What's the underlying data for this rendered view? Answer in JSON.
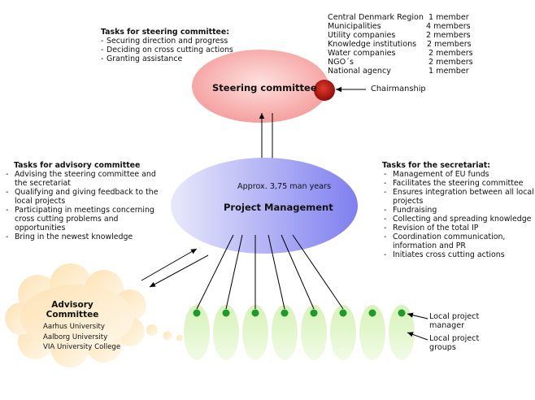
{
  "steering_tasks": {
    "title": "Tasks for steering committee:",
    "items": [
      "Securing direction and progress",
      "Deciding on cross cutting actions",
      "Granting assistance"
    ]
  },
  "membership": [
    {
      "org": "Central Denmark Region",
      "count": "1 member"
    },
    {
      "org": "Municipalities",
      "count": "4 members"
    },
    {
      "org": "Utility companies",
      "count": "2 members"
    },
    {
      "org": "Knowledge institutions",
      "count": "2 members"
    },
    {
      "org": "Water companies",
      "count": "2 members"
    },
    {
      "org": "NGO´s",
      "count": "2 members"
    },
    {
      "org": "National agency",
      "count": "1 member"
    }
  ],
  "steering_committee": {
    "label": "Steering committee",
    "chair_label": "Chairmanship"
  },
  "advisory_tasks": {
    "title": "Tasks for advisory committee",
    "items": [
      [
        "Advising the steering committee and",
        "the secretariat"
      ],
      [
        "Qualifying and giving feedback to the",
        "local projects"
      ],
      [
        "Participating in meetings concerning",
        "cross cutting problems and",
        "opportunities"
      ],
      [
        "Bring in  the newest knowledge"
      ]
    ]
  },
  "project_management": {
    "man_years": "Approx. 3,75 man years",
    "label": "Project Management"
  },
  "secretariat_tasks": {
    "title": "Tasks for the secretariat:",
    "items": [
      [
        "Management of EU funds"
      ],
      [
        "Facilitates the steering committee"
      ],
      [
        "Ensures integration between all local",
        "projects"
      ],
      [
        "Fundraising"
      ],
      [
        "Collecting and spreading knowledge"
      ],
      [
        "Revision of the total IP"
      ],
      [
        "Coordination communication,",
        "information and PR"
      ],
      [
        "Initiates cross cutting actions"
      ]
    ]
  },
  "advisory_committee": {
    "title": [
      "Advisory",
      "Committee"
    ],
    "members": [
      "Aarhus University",
      "Aalborg University",
      "VIA University College"
    ]
  },
  "local_projects": {
    "count": 8,
    "manager_label": [
      "Local project",
      "manager"
    ],
    "groups_label": [
      "Local project",
      "groups"
    ]
  }
}
